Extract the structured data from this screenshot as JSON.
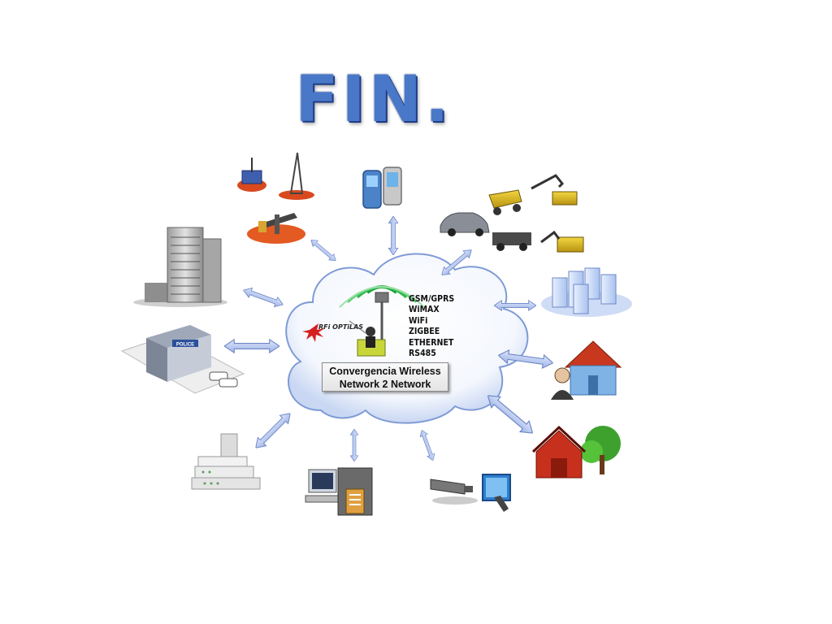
{
  "title": "FIN.",
  "cloud": {
    "technologies": [
      "GSM/GPRS",
      "WiMAX",
      "WiFi",
      "ZIGBEE",
      "ETHERNET",
      "RS485",
      "....."
    ],
    "brand": "RFi OPTiLAS",
    "caption_line1": "Convergencia Wireless",
    "caption_line2": "Network 2 Network"
  },
  "nodes": {
    "police_station_sign": "POLICE"
  },
  "colors": {
    "title_fill": "#4a78c8",
    "title_outline": "#1e3d86",
    "arrow_fill": "#b9c9ee",
    "arrow_stroke": "#6b84c6",
    "cloud_fill": "#ffffff",
    "cloud_edge": "#7f9bd6"
  }
}
